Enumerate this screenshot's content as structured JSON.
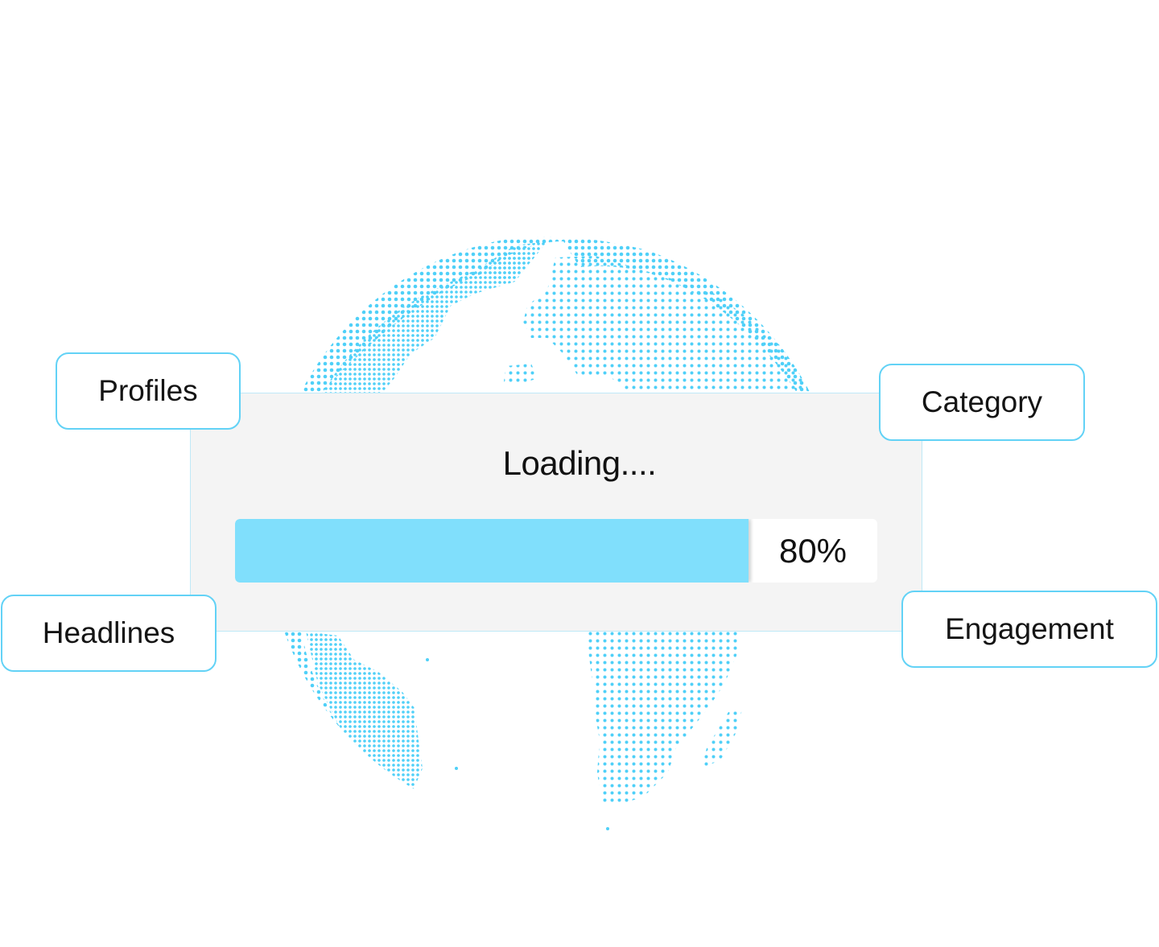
{
  "loader": {
    "status_text": "Loading....",
    "progress_percent": 80,
    "progress_label": "80%"
  },
  "tags": {
    "profiles": "Profiles",
    "category": "Category",
    "headlines": "Headlines",
    "engagement": "Engagement"
  },
  "colors": {
    "accent": "#4FD0F8",
    "progress_fill": "#80DFFC",
    "tag_border": "#62D2F6",
    "panel_background": "#F4F4F4"
  },
  "icons": {
    "globe": "dotted-globe-illustration"
  }
}
